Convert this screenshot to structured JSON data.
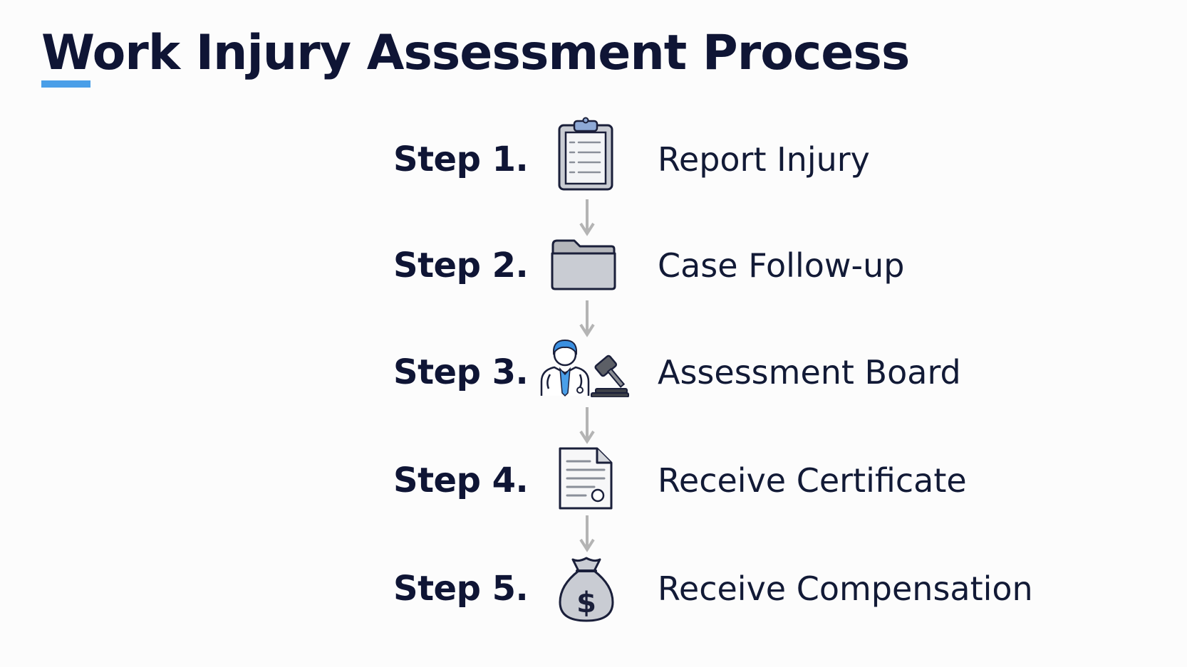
{
  "title": "Work Injury Assessment Process",
  "steps": [
    {
      "label": "Step 1.",
      "text": "Report Injury",
      "icon": "clipboard-icon"
    },
    {
      "label": "Step 2.",
      "text": "Case Follow-up",
      "icon": "folder-icon"
    },
    {
      "label": "Step 3.",
      "text": "Assessment Board",
      "icon": "doctor-gavel-icon"
    },
    {
      "label": "Step 4.",
      "text": "Receive Certificate",
      "icon": "certificate-icon"
    },
    {
      "label": "Step 5.",
      "text": "Receive Compensation",
      "icon": "money-bag-icon"
    }
  ],
  "colors": {
    "title": "#0f1535",
    "accent": "#4a9fe8",
    "icon_fill": "#c9ccd3",
    "icon_stroke": "#1a1f3a",
    "arrow": "#b4b4b4"
  }
}
